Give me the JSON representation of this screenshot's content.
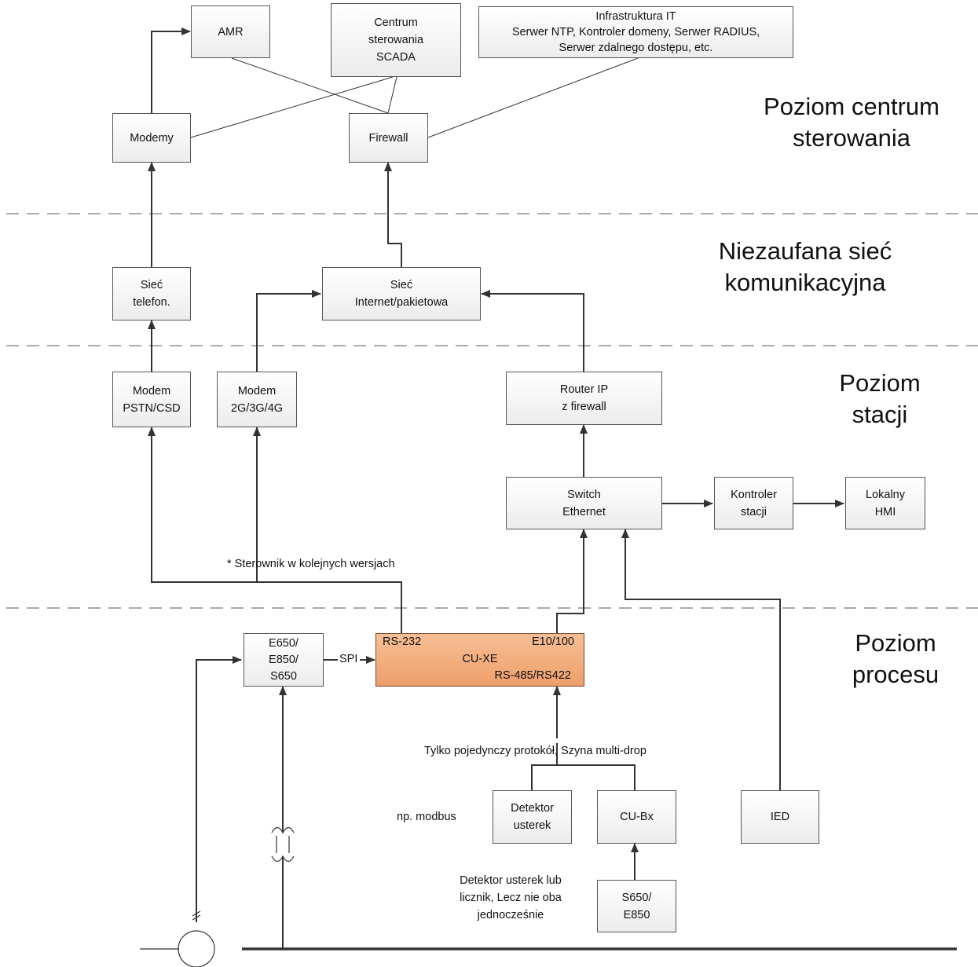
{
  "levels": {
    "control_center": "Poziom centrum\nsterowania",
    "untrusted_network": "Niezaufana sieć\nkomunikacyjna",
    "station": "Poziom\nstacji",
    "process": "Poziom\nprocesu"
  },
  "nodes": {
    "amr": "AMR",
    "scada": "Centrum\nsterowania\nSCADA",
    "it_infra": "Infrastruktura IT\nSerwer NTP, Kontroler domeny, Serwer RADIUS,\nSerwer zdalnego dostępu, etc.",
    "modemy": "Modemy",
    "firewall": "Firewall",
    "siec_telefon": "Sieć\ntelefon.",
    "siec_internet": "Sieć\nInternet/pakietowa",
    "modem_pstn": "Modem\nPSTN/CSD",
    "modem_2g": "Modem\n2G/3G/4G",
    "router": "Router IP\nz firewall",
    "switch": "Switch\nEthernet",
    "kontroler": "Kontroler\nstacji",
    "hmi": "Lokalny\nHMI",
    "e650": "E650/\nE850/\nS650",
    "detektor": "Detektor\nusterek",
    "cu_bx": "CU-Bx",
    "ied": "IED",
    "s650": "S650/\nE850"
  },
  "cu_xe": {
    "title": "CU-XE",
    "rs232": "RS-232",
    "e10": "E10/100",
    "rs485": "RS-485/RS422"
  },
  "annotations": {
    "spi": "SPI",
    "sterownik": "* Sterownik w kolejnych wersjach",
    "multidrop": "Tylko pojedynczy protokół, Szyna multi-drop",
    "modbus": "np. modbus",
    "detektor_note": "Detektor usterek lub\nlicznik, Lecz nie oba\njednocześnie"
  },
  "colors": {
    "accent": "#f2ae7c",
    "line": "#333333",
    "dash": "#777777"
  }
}
